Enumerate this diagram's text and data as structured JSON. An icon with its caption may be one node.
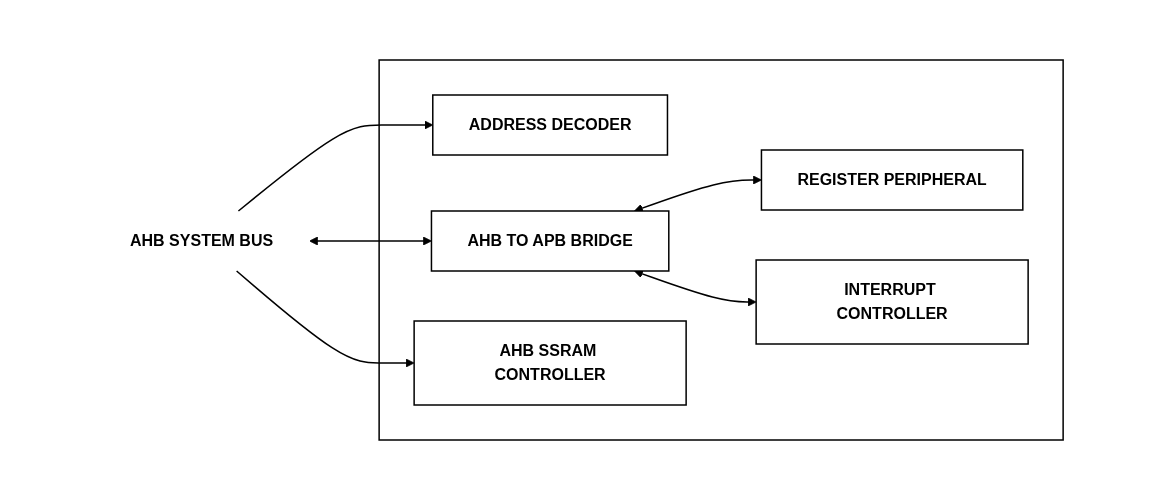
{
  "diagram": {
    "nodes": [
      {
        "text": [],
        "shape": "box"
      },
      {
        "text": [
          "ADDRESS DECODER"
        ],
        "in": 0
      },
      {
        "text": [
          "AHB SSRAM CONTROLLER"
        ],
        "in": 0
      },
      {
        "text": [
          "AHB TO APB BRIDGE"
        ],
        "in": 0
      },
      {
        "text": [
          "REGISTER PERIPHERAL"
        ],
        "in": 0
      },
      {
        "text": [
          "INTERRUPT CONTROLLER"
        ],
        "in": 0
      },
      {
        "text": [
          "AHB SYSTEM BUS"
        ]
      }
    ],
    "edges": [
      {
        "from": 3,
        "to": 6,
        "arrow": "both"
      },
      {
        "from": 6,
        "to": 1,
        "arrow": "to"
      },
      {
        "from": 6,
        "to": 2,
        "arrow": "to"
      },
      {
        "from": 3,
        "to": 4,
        "arrow": "both"
      },
      {
        "from": 3,
        "to": 5,
        "arrow": "both"
      }
    ]
  }
}
